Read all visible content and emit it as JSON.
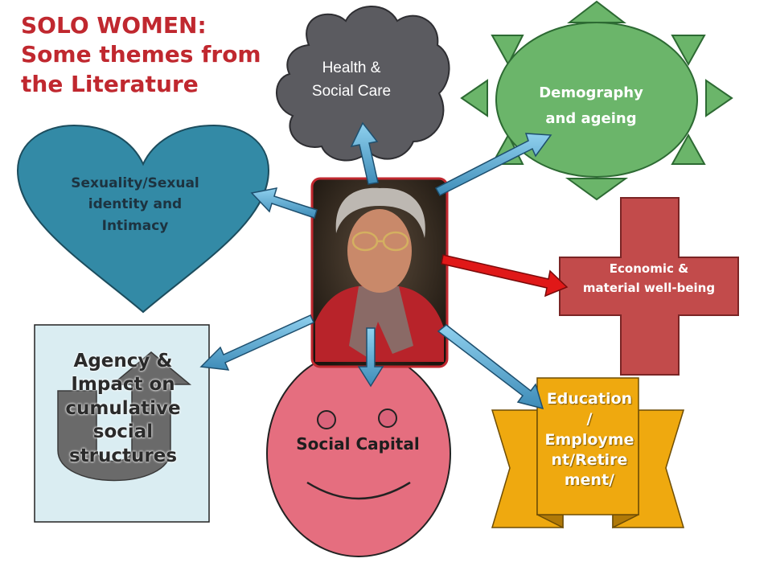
{
  "title": {
    "line1": "SOLO WOMEN:",
    "line2": "Some themes from",
    "line3": "the Literature"
  },
  "themes": {
    "health": {
      "line1": "Health &",
      "line2": "Social Care",
      "shape": "cloud",
      "color": "#5b5b60"
    },
    "demography": {
      "line1": "Demography",
      "line2": "and ageing",
      "shape": "sun",
      "color": "#6bb56a"
    },
    "sexuality": {
      "line1": "Sexuality/Sexual",
      "line2": "identity and",
      "line3": "Intimacy",
      "shape": "heart",
      "color": "#338aa6"
    },
    "economic": {
      "line1": "Economic  &",
      "line2": "material  well-being",
      "shape": "cross",
      "color": "#c24b4b"
    },
    "agency": {
      "line1": "Agency &",
      "line2": "Impact  on",
      "line3": "cumulative",
      "line4": "social",
      "line5": "structures",
      "shape": "u-turn-arrow-box",
      "color": "#daedf2"
    },
    "social_capital": {
      "label": "Social Capital",
      "shape": "smiley",
      "color": "#e56e7f"
    },
    "education": {
      "line1": "Education",
      "line2": "/",
      "line3": "Employme",
      "line4": "nt/Retire",
      "line5": "ment/",
      "shape": "ribbon",
      "color": "#efa90f"
    }
  },
  "center": {
    "description": "photo-of-older-woman",
    "border_color": "#c0282f"
  },
  "colors": {
    "title": "#c0282f",
    "arrow": "#5aa8d0",
    "highlight_arrow": "#e01818"
  }
}
